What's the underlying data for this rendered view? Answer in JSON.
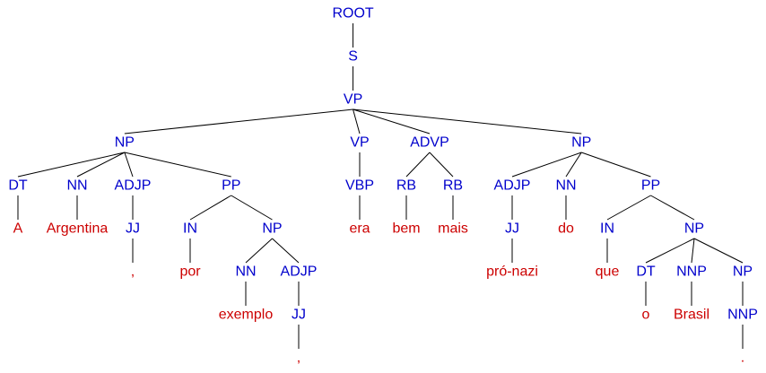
{
  "colors": {
    "nonterminal": "#0000CC",
    "terminal": "#CC0000",
    "edge": "#000000"
  },
  "tree": {
    "label": "ROOT",
    "children": [
      {
        "label": "S",
        "children": [
          {
            "label": "VP",
            "children": [
              {
                "label": "NP",
                "children": [
                  {
                    "label": "DT",
                    "children": [
                      {
                        "label": "A",
                        "terminal": true
                      }
                    ]
                  },
                  {
                    "label": "NN",
                    "children": [
                      {
                        "label": "Argentina",
                        "terminal": true
                      }
                    ]
                  },
                  {
                    "label": "ADJP",
                    "children": [
                      {
                        "label": "JJ",
                        "children": [
                          {
                            "label": ",",
                            "terminal": true
                          }
                        ]
                      }
                    ]
                  },
                  {
                    "label": "PP",
                    "children": [
                      {
                        "label": "IN",
                        "children": [
                          {
                            "label": "por",
                            "terminal": true
                          }
                        ]
                      },
                      {
                        "label": "NP",
                        "children": [
                          {
                            "label": "NN",
                            "children": [
                              {
                                "label": "exemplo",
                                "terminal": true
                              }
                            ]
                          },
                          {
                            "label": "ADJP",
                            "children": [
                              {
                                "label": "JJ",
                                "children": [
                                  {
                                    "label": ",",
                                    "terminal": true
                                  }
                                ]
                              }
                            ]
                          }
                        ]
                      }
                    ]
                  }
                ]
              },
              {
                "label": "VP",
                "children": [
                  {
                    "label": "VBP",
                    "children": [
                      {
                        "label": "era",
                        "terminal": true
                      }
                    ]
                  }
                ]
              },
              {
                "label": "ADVP",
                "children": [
                  {
                    "label": "RB",
                    "children": [
                      {
                        "label": "bem",
                        "terminal": true
                      }
                    ]
                  },
                  {
                    "label": "RB",
                    "children": [
                      {
                        "label": "mais",
                        "terminal": true
                      }
                    ]
                  }
                ]
              },
              {
                "label": "NP",
                "children": [
                  {
                    "label": "ADJP",
                    "children": [
                      {
                        "label": "JJ",
                        "children": [
                          {
                            "label": "pró-nazi",
                            "terminal": true
                          }
                        ]
                      }
                    ]
                  },
                  {
                    "label": "NN",
                    "children": [
                      {
                        "label": "do",
                        "terminal": true
                      }
                    ]
                  },
                  {
                    "label": "PP",
                    "children": [
                      {
                        "label": "IN",
                        "children": [
                          {
                            "label": "que",
                            "terminal": true
                          }
                        ]
                      },
                      {
                        "label": "NP",
                        "children": [
                          {
                            "label": "DT",
                            "children": [
                              {
                                "label": "o",
                                "terminal": true
                              }
                            ]
                          },
                          {
                            "label": "NNP",
                            "children": [
                              {
                                "label": "Brasil",
                                "terminal": true
                              }
                            ]
                          },
                          {
                            "label": "NP",
                            "children": [
                              {
                                "label": "NNP",
                                "children": [
                                  {
                                    "label": ".",
                                    "terminal": true
                                  }
                                ]
                              }
                            ]
                          }
                        ]
                      }
                    ]
                  }
                ]
              }
            ]
          }
        ]
      }
    ]
  }
}
